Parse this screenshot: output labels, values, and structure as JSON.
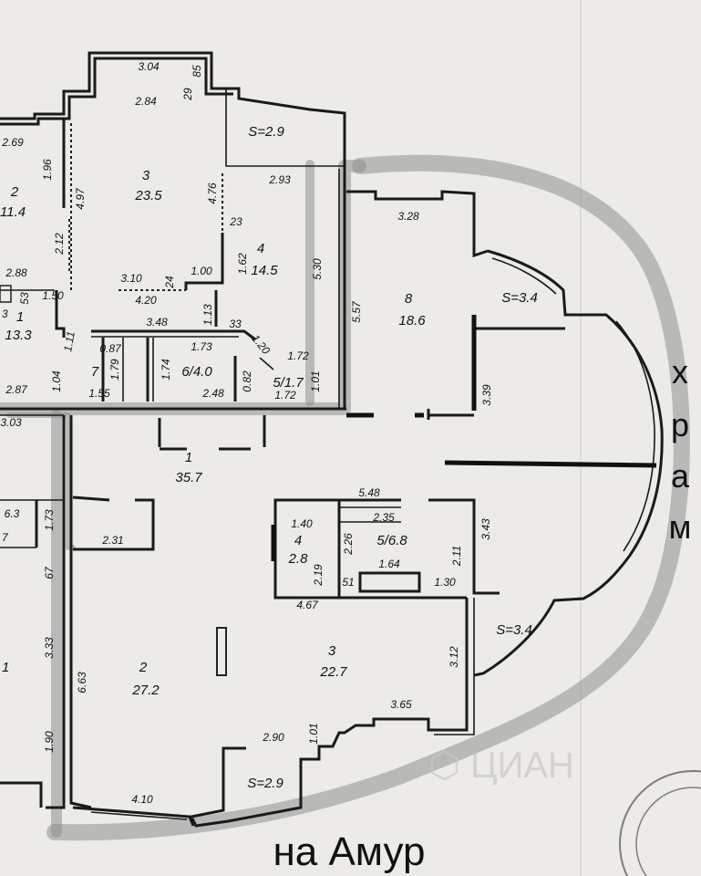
{
  "labels": {
    "bottom_caption": "на Амур",
    "side_letters": [
      "х",
      "р",
      "а",
      "м"
    ]
  },
  "rooms": [
    {
      "key": "r3top",
      "num": "3",
      "area": "23.5"
    },
    {
      "key": "r2left",
      "num": "2",
      "area": "11.4"
    },
    {
      "key": "r4top",
      "num": "4",
      "area": "14.5"
    },
    {
      "key": "r8",
      "num": "8",
      "area": "18.6"
    },
    {
      "key": "r1left",
      "num": "1",
      "area": "13.3"
    },
    {
      "key": "r7",
      "num": "7",
      "area": ""
    },
    {
      "key": "r6",
      "num": "6/4.0",
      "area": ""
    },
    {
      "key": "r5top",
      "num": "5/1.7",
      "area": ""
    },
    {
      "key": "r1mid",
      "num": "1",
      "area": "35.7"
    },
    {
      "key": "r4mid",
      "num": "4",
      "area": "2.8"
    },
    {
      "key": "r5mid",
      "num": "5/6.8",
      "area": ""
    },
    {
      "key": "r2bot",
      "num": "2",
      "area": "27.2"
    },
    {
      "key": "r3bot",
      "num": "3",
      "area": "22.7"
    }
  ],
  "balconies": [
    "S=2.9",
    "S=3.4",
    "S=3.4",
    "S=2.9"
  ],
  "dimensions": {
    "d304": "3.04",
    "d85": "85",
    "d284": "2.84",
    "d29": "29",
    "d269": "2.69",
    "d196": "1.96",
    "d497": "4.97",
    "d293": "2.93",
    "d476": "4.76",
    "d23": "23",
    "d212": "2.12",
    "d328": "3.28",
    "d162": "1.62",
    "d530": "5.30",
    "d288": "2.88",
    "d310": "3.10",
    "d24": "24",
    "d100": "1.00",
    "d53": "53",
    "d150": "1.50",
    "d420": "4.20",
    "d557": "5.57",
    "d113": "1.13",
    "d348": "3.48",
    "d33": "33",
    "d111": "1.11",
    "d087": "0.87",
    "d173a": "1.73",
    "d120": "1.20",
    "d172a": "1.72",
    "d179": "1.79",
    "d174": "1.74",
    "d101a": "1.01",
    "d287": "2.87",
    "d104": "1.04",
    "d155": "1.55",
    "d248": "2.48",
    "d082": "0.82",
    "d172b": "1.72",
    "d339": "3.39",
    "d303": "3.03",
    "d548": "5.48",
    "d63": "6.3",
    "d173b": "1.73",
    "d140": "1.40",
    "d235": "2.35",
    "d226": "2.26",
    "d343": "3.43",
    "d231": "2.31",
    "d211": "2.11",
    "d219": "2.19",
    "d164": "1.64",
    "d67": "67",
    "d51": "51",
    "d130": "1.30",
    "d467": "4.67",
    "d333": "3.33",
    "d312": "3.12",
    "d663": "6.63",
    "d365": "3.65",
    "d290": "2.90",
    "d101b": "1.01",
    "d190": "1.90",
    "d410": "4.10"
  }
}
